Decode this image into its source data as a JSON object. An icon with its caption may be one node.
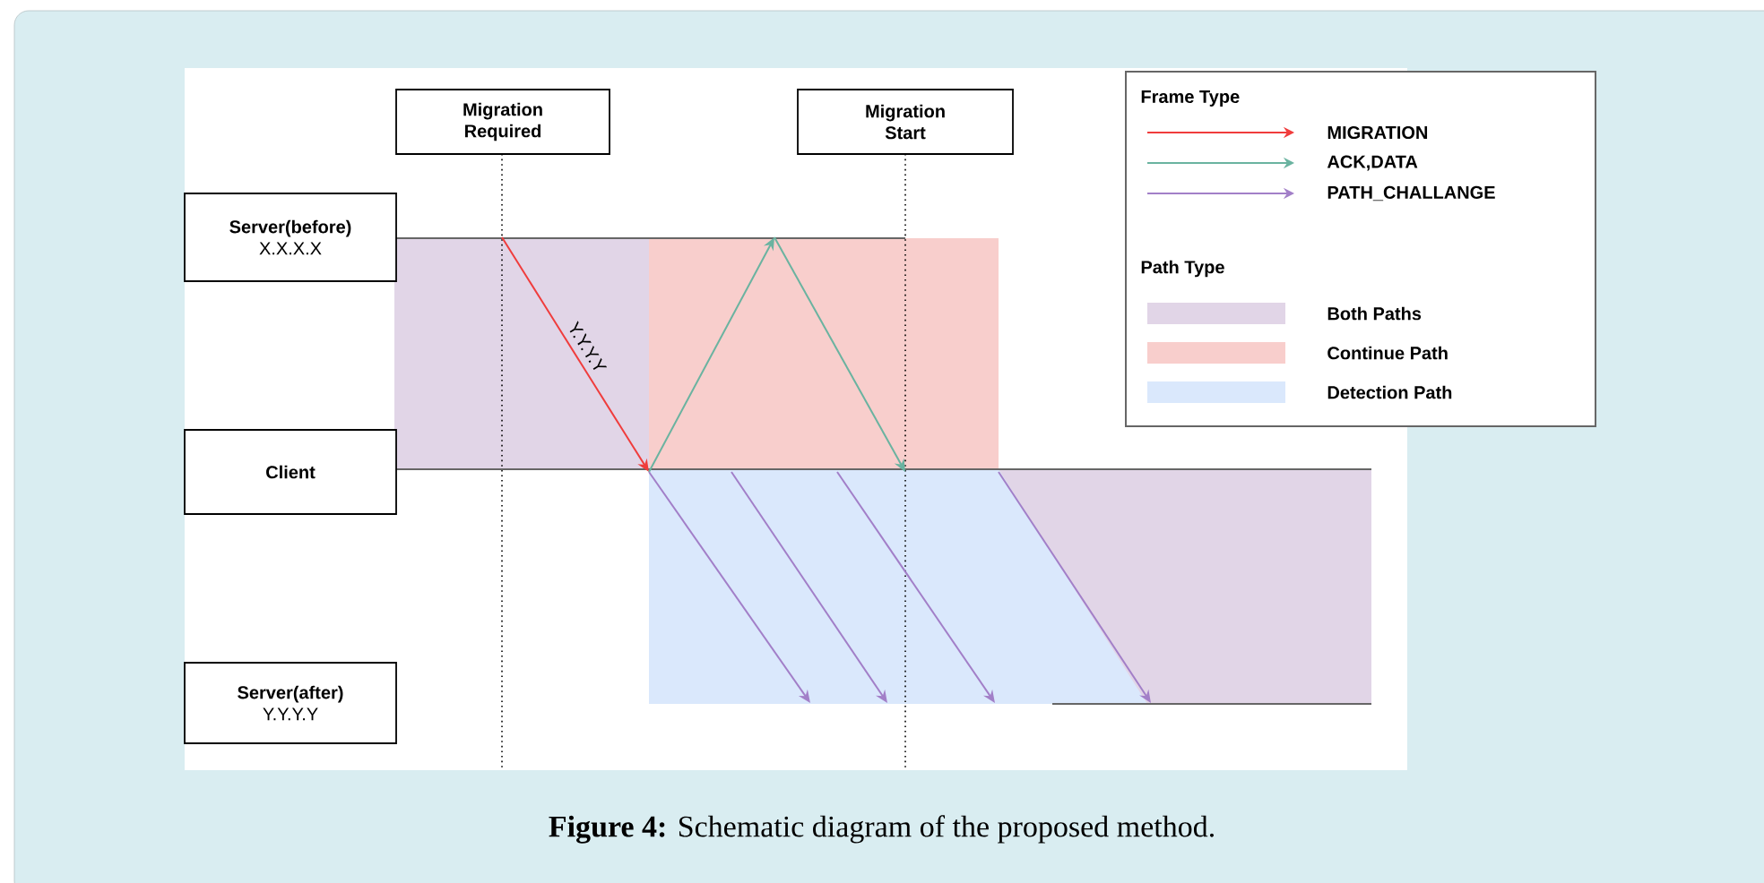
{
  "diagram": {
    "caption": "**Figure 4:** Schematic diagram of the proposed method.",
    "nodes": [
      {
        "text": [
          "Migration Required"
        ]
      },
      {
        "text": [
          "Migration Start"
        ]
      },
      {
        "text": [
          "Server(before)",
          "X.X.X.X"
        ]
      },
      {
        "text": [
          "Client"
        ]
      },
      {
        "text": [
          "Server(after)",
          "Y.Y.Y.Y"
        ]
      }
    ],
    "edges": [
      {
        "from": 2,
        "to": 3,
        "arrow": "to",
        "label": "Y.Y.Y.Y",
        "color": "#f03c3c"
      },
      {
        "from": 3,
        "to": 2,
        "arrow": "to",
        "color": "#6ab3a0"
      },
      {
        "from": 2,
        "to": 3,
        "arrow": "to",
        "color": "#6ab3a0"
      },
      {
        "from": 3,
        "to": 4,
        "arrow": "to"
      },
      {
        "from": 3,
        "to": 4,
        "arrow": "to"
      },
      {
        "from": 3,
        "to": 4,
        "arrow": "to"
      },
      {
        "from": 3,
        "to": 4,
        "arrow": "to"
      }
    ],
    "labels": [
      "Frame Type",
      "Path Type"
    ],
    "legend": [
      {
        "text": "MIGRATION"
      },
      {
        "text": "ACK,DATA"
      },
      {
        "text": "PATH_CHALLANGE"
      },
      {
        "text": "Both Paths",
        "color": "#e1d5e7"
      },
      {
        "text": "Continue Path",
        "color": "#f8cecc"
      },
      {
        "text": "Detection Path",
        "color": "#dae8fc"
      }
    ]
  }
}
